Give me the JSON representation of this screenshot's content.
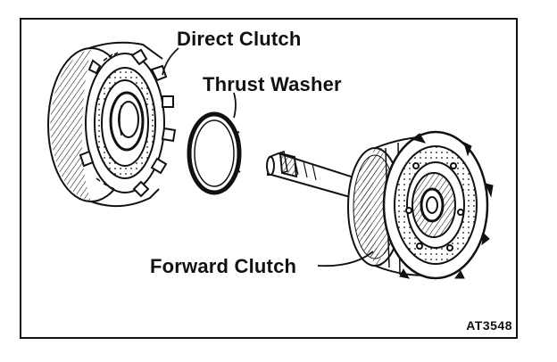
{
  "labels": {
    "direct_clutch": "Direct Clutch",
    "thrust_washer": "Thrust Washer",
    "forward_clutch": "Forward Clutch"
  },
  "figure_code": "AT3548",
  "colors": {
    "ink": "#111111",
    "shade": "#555555",
    "paper": "#ffffff"
  },
  "icons": {
    "direct_clutch": "direct-clutch-drum-icon",
    "thrust_washer": "thrust-washer-ring-icon",
    "forward_clutch": "forward-clutch-assembly-icon"
  }
}
